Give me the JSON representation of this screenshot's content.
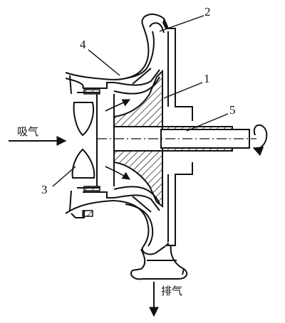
{
  "diagram": {
    "callouts": {
      "c1": "1",
      "c2": "2",
      "c3": "3",
      "c4": "4",
      "c5": "5"
    },
    "inlet_label": "吸气",
    "outlet_label": "排气"
  },
  "colors": {
    "line": "#111111",
    "background": "#ffffff"
  }
}
